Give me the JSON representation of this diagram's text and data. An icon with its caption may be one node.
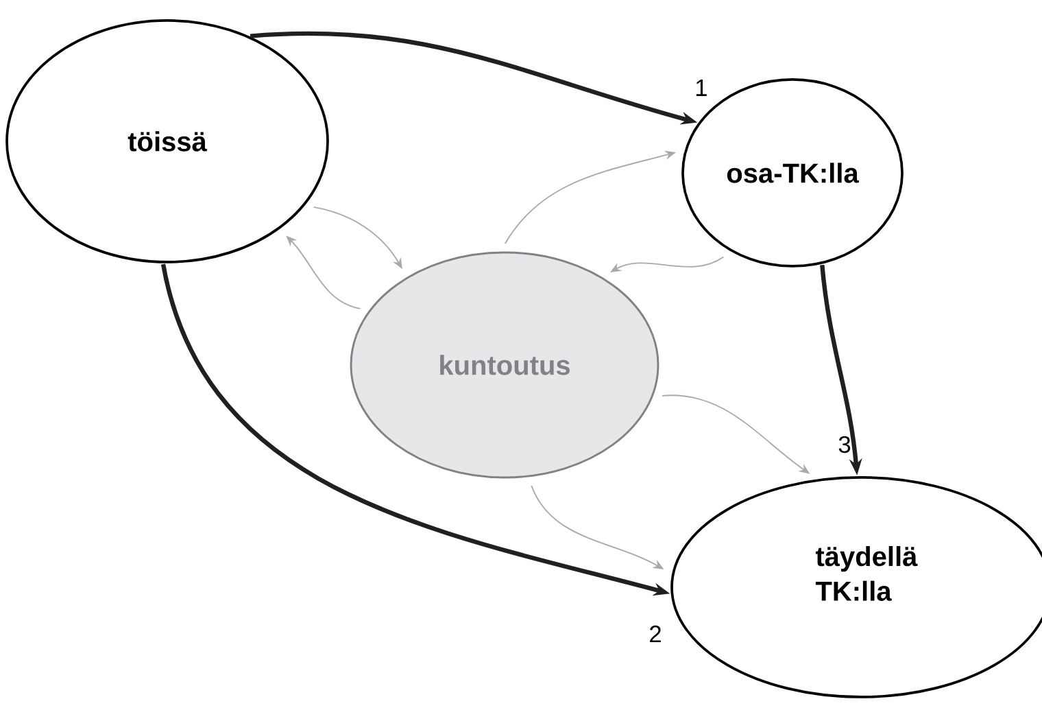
{
  "diagram": {
    "nodes": [
      {
        "text": [
          "töissä"
        ]
      },
      {
        "text": [
          "osa-TK:lla"
        ]
      },
      {
        "text": [
          "kuntoutus"
        ]
      },
      {
        "text": [
          "täydellä TK:lla"
        ]
      }
    ],
    "edges": [
      {
        "from": 0,
        "to": 1,
        "arrow": "to",
        "label": "1",
        "style": "thick",
        "color": "#231f20"
      },
      {
        "from": 0,
        "to": 3,
        "arrow": "to",
        "label": "2",
        "style": "thick",
        "color": "#231f20"
      },
      {
        "from": 1,
        "to": 3,
        "arrow": "to",
        "label": "3",
        "style": "thick",
        "color": "#231f20"
      },
      {
        "from": 0,
        "to": 2,
        "arrow": "to"
      },
      {
        "from": 2,
        "to": 0,
        "arrow": "to"
      },
      {
        "from": 2,
        "to": 1,
        "arrow": "to"
      },
      {
        "from": 1,
        "to": 2,
        "arrow": "to"
      },
      {
        "from": 2,
        "to": 3,
        "arrow": "to"
      },
      {
        "from": 2,
        "to": 3,
        "arrow": "to"
      }
    ]
  }
}
